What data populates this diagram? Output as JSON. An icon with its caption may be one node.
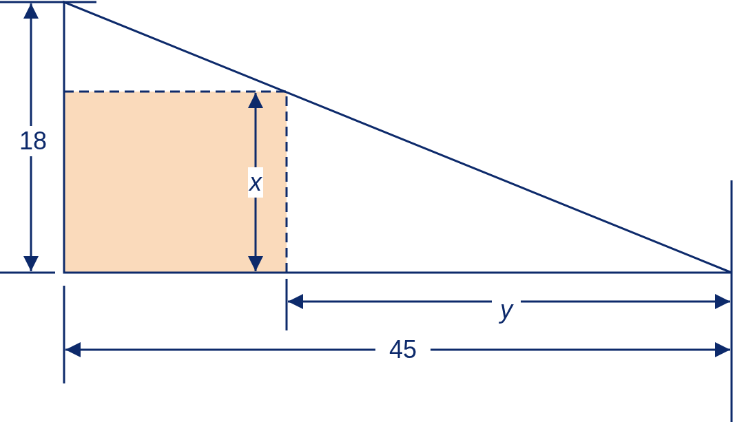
{
  "diagram": {
    "labels": [
      "18",
      "x",
      "y",
      "45"
    ]
  }
}
